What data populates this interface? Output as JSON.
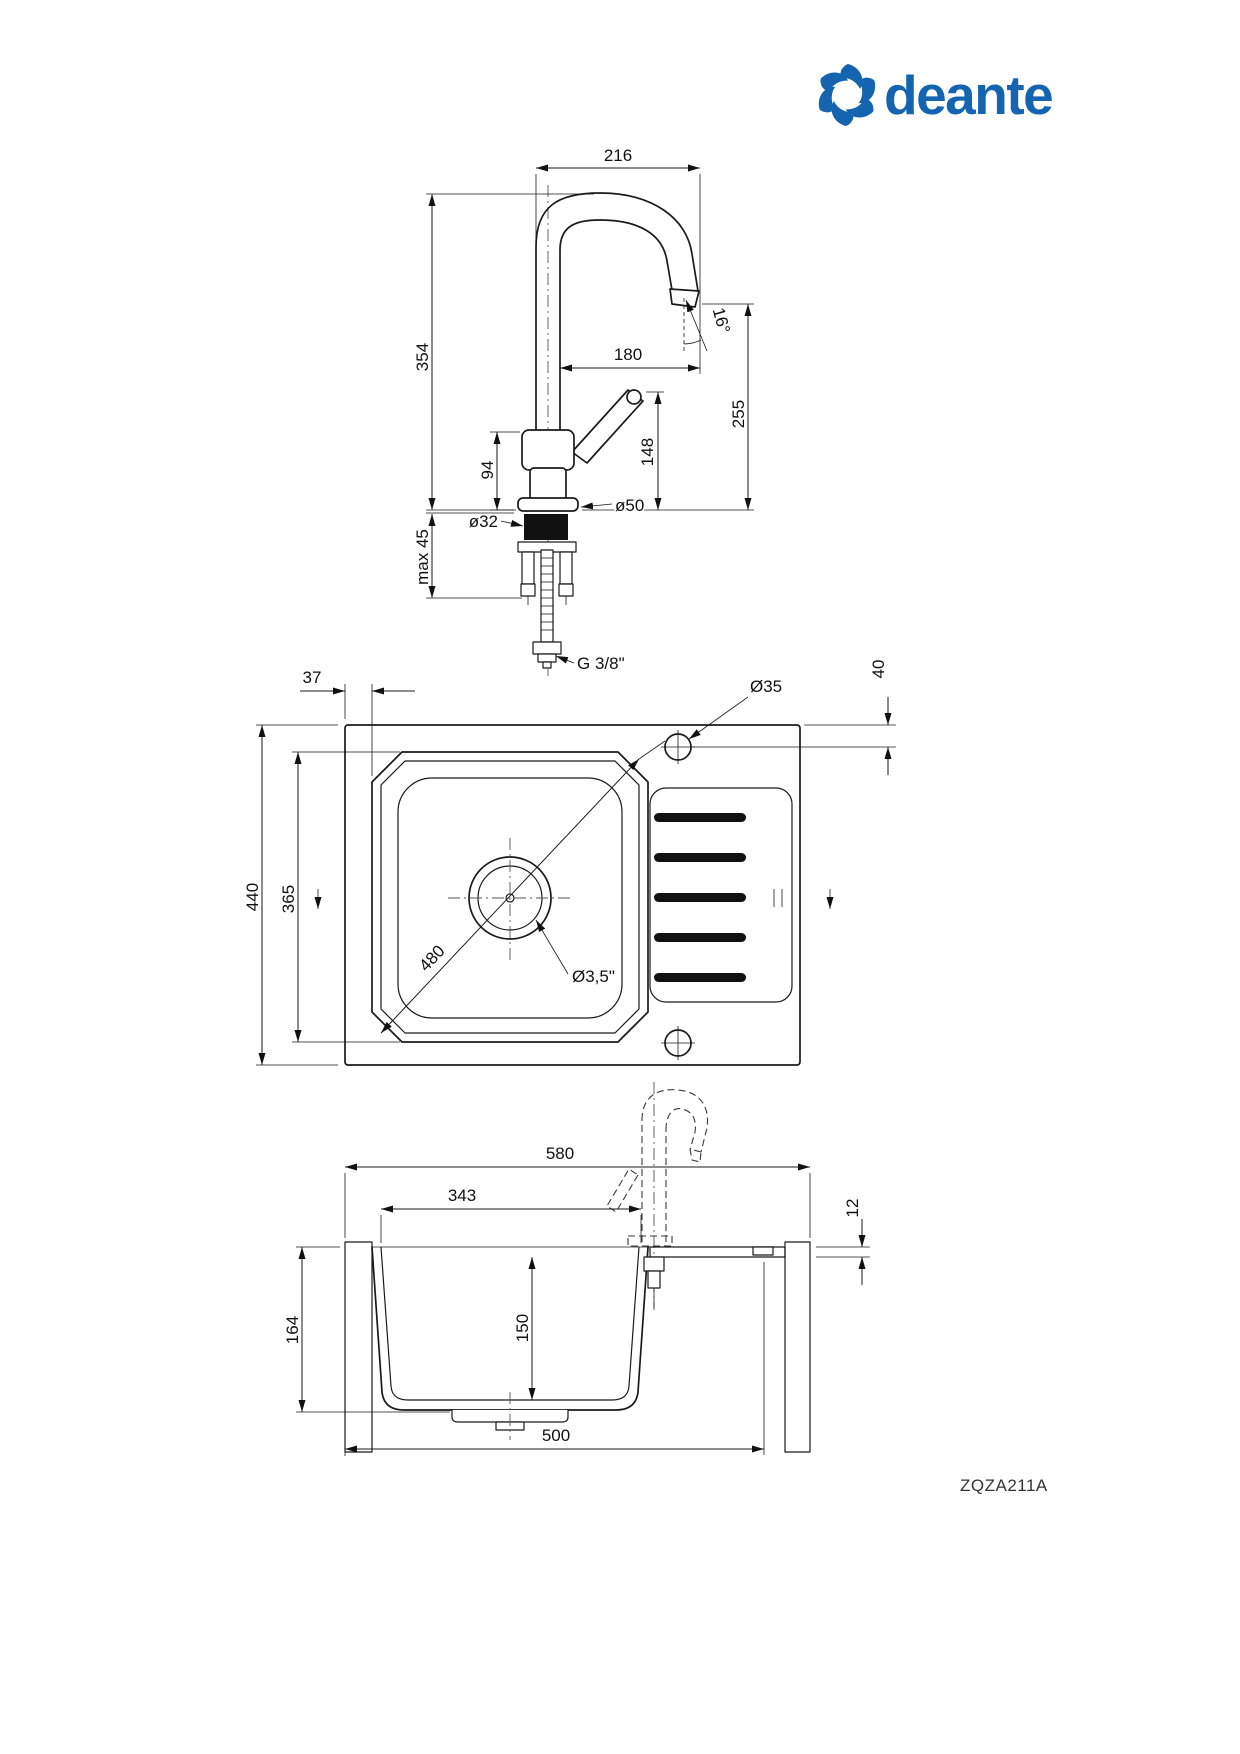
{
  "brand": {
    "name": "deante",
    "color": "#1464B0"
  },
  "product": {
    "code": "ZQZA211A"
  },
  "faucet_view": {
    "dims": {
      "width": "216",
      "height": "354",
      "spout_reach": "180",
      "spout_angle": "16°",
      "tip_height": "255",
      "handle_height": "148",
      "body_height": "94",
      "dia32": "ø32",
      "dia50": "ø50",
      "max_counter": "max 45",
      "thread": "G 3/8\""
    }
  },
  "top_view": {
    "dims": {
      "edge_offset": "37",
      "depth": "440",
      "bowl": "365",
      "diagonal": "480",
      "tap_hole": "Ø35",
      "drain": "Ø3,5\"",
      "hole_offset": "40"
    }
  },
  "section_view": {
    "dims": {
      "width": "580",
      "bowl_top": "343",
      "rim": "12",
      "depth": "164",
      "bowl_depth": "150",
      "base": "500"
    }
  }
}
